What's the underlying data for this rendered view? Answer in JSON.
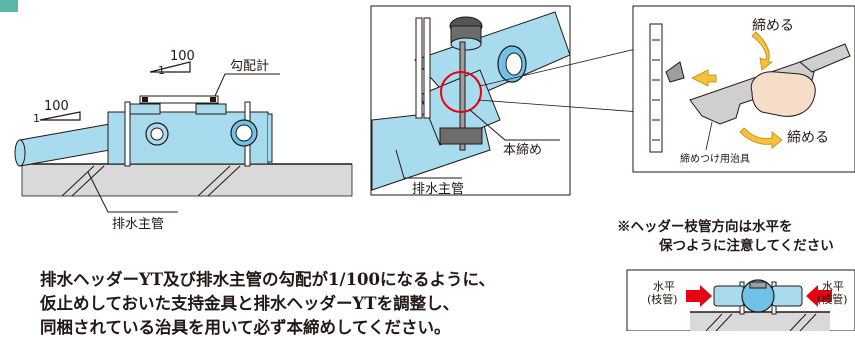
{
  "left_figure": {
    "slope_main_label": "100",
    "slope_main_unit": "1",
    "slope_small_label": "100",
    "slope_small_unit": "1",
    "gauge_label": "勾配計",
    "main_pipe_label": "排水主管"
  },
  "middle_figure": {
    "tighten_label": "本締め",
    "main_pipe_label": "排水主管"
  },
  "right_figure": {
    "tighten_top_label": "締める",
    "tighten_bottom_label": "締める",
    "jig_label": "締めつけ用治具"
  },
  "instruction_lines": [
    "排水ヘッダーYT及び排水主管の勾配が1/100になるように、",
    "仮止めしておいた支持金具と排水ヘッダーYTを調整し、",
    "同梱されている治具を用いて必ず本締めしてください。"
  ],
  "note_lines": [
    "※ヘッダー枝管方向は水平を",
    "保つように注意してください"
  ],
  "level_figure": {
    "left_label_line1": "水平",
    "left_label_line2": "(枝管)",
    "right_label_line1": "水平",
    "right_label_line2": "(枝管)"
  },
  "colors": {
    "accent_teal": "#5bb8a8",
    "pipe_blue": "#a9dbee",
    "pipe_outline": "#231815",
    "arrow_red": "#e60012",
    "arrow_yellow": "#f6c23c",
    "highlight_circle": "#e60012"
  }
}
